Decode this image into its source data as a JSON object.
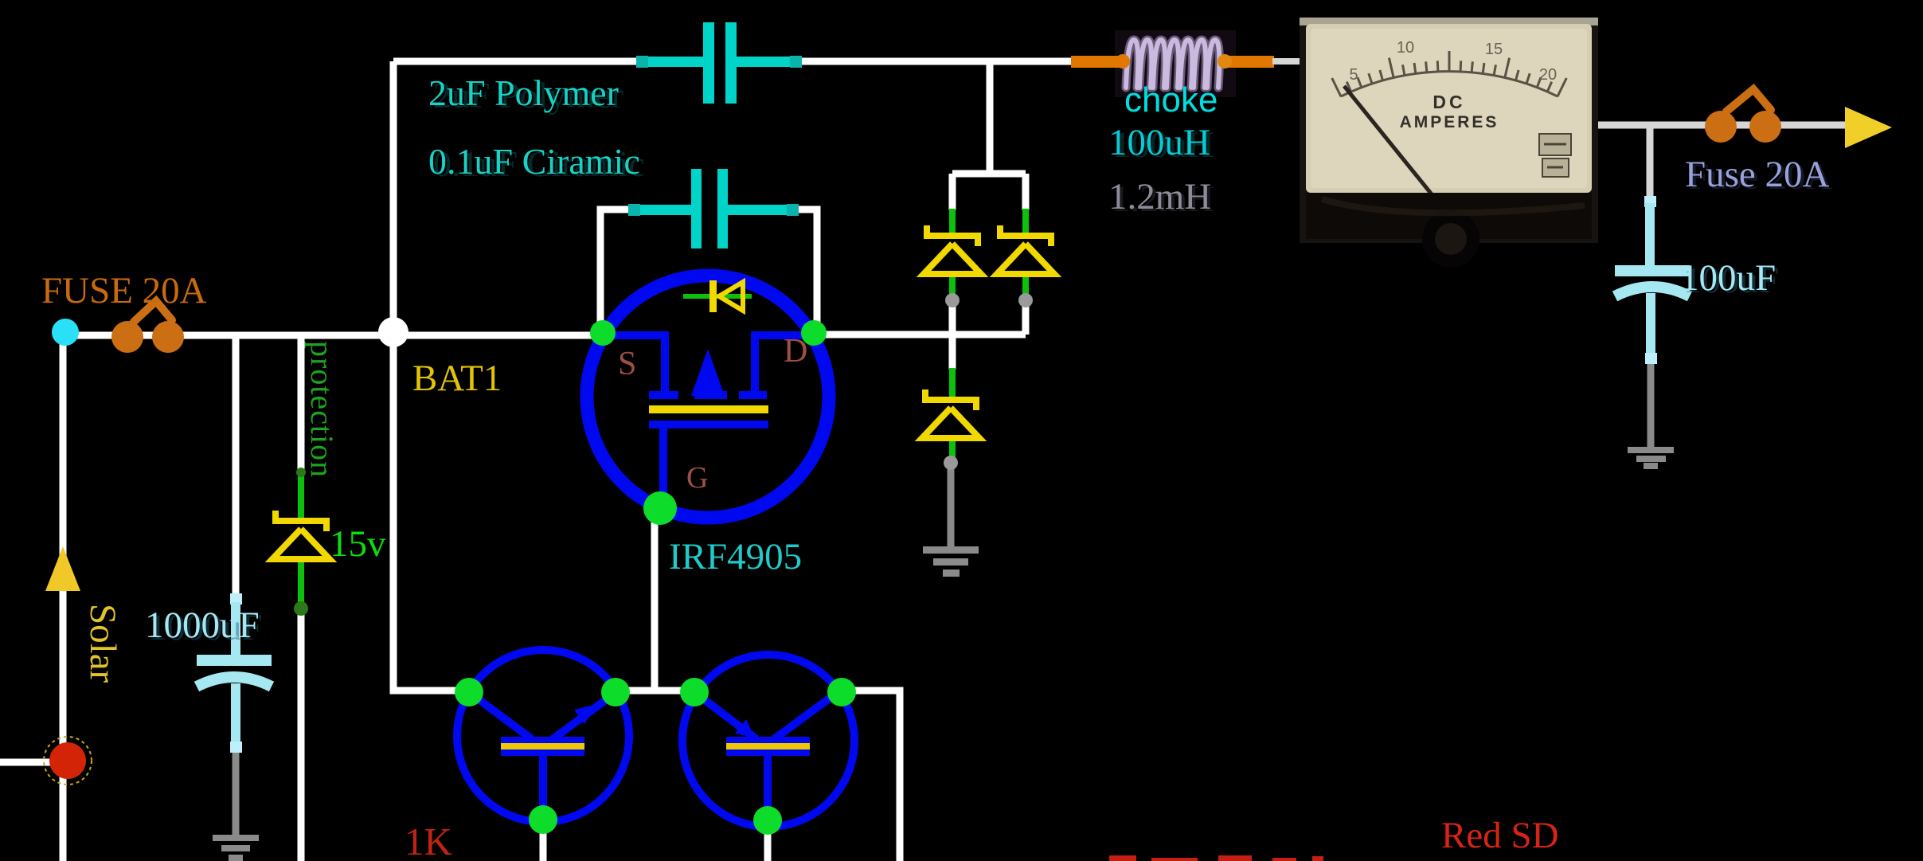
{
  "colors": {
    "background": "#000000",
    "wire": "#ffffff",
    "wire_gray": "#d6d6d6",
    "ground_gray": "#8a8a8a",
    "component_blue": "#0008f0",
    "junction_green": "#0ddd2a",
    "lead_green": "#0cc00c",
    "zener_yellow": "#f0d800",
    "film_cap_teal": "#00d4c8",
    "electrolytic_pale_cyan": "#a5e8f2",
    "fuse_orange": "#cc6e14",
    "arrow_yellow": "#f0c828",
    "terminal_cyan": "#2ae0f8",
    "terminal_red": "#d42408",
    "label_red": "#c32210"
  },
  "top_rail": {
    "polymer_cap_label": "2uF Polymer",
    "ceramic_cap_label": "0.1uF Ciramic"
  },
  "solar_input": {
    "fuse_label": "FUSE 20A",
    "source_label": "Solar"
  },
  "battery": {
    "label": "BAT1"
  },
  "protection_branch": {
    "label": "protection",
    "zener_value": "15v",
    "bulk_cap_value": "1000uF"
  },
  "mosfet": {
    "part": "IRF4905",
    "pin_source": "S",
    "pin_drain": "D",
    "pin_gate": "G"
  },
  "choke": {
    "name": "choke",
    "value_1": "100uH",
    "value_2": "1.2mH"
  },
  "meter": {
    "line1": "DC",
    "line2": "AMPERES",
    "scale_numbers": [
      "5",
      "10",
      "15",
      "20"
    ]
  },
  "output": {
    "fuse_label": "Fuse 20A",
    "cap_value": "100uF"
  },
  "driver": {
    "resistor_value": "1K"
  },
  "notes": {
    "red_sd": "Red SD"
  }
}
